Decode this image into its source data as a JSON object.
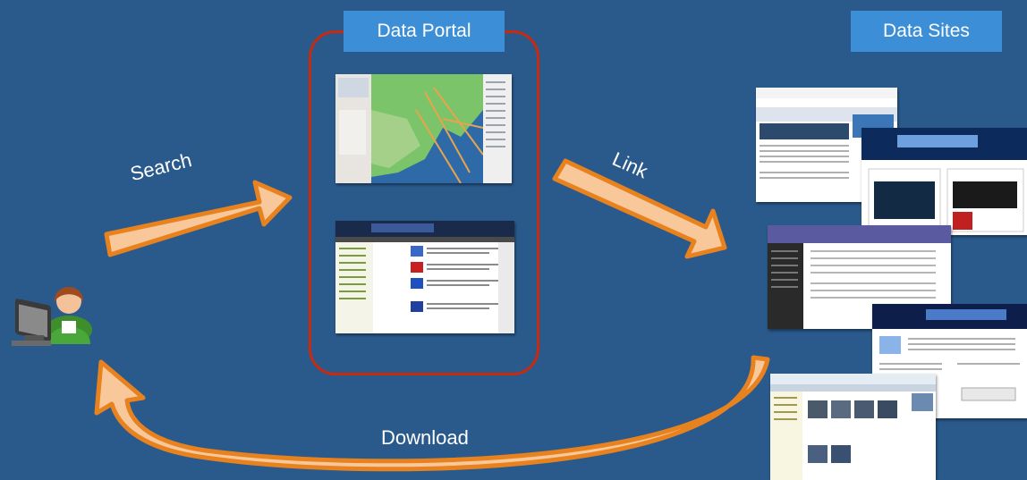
{
  "portal_label": "Data Portal",
  "sites_label": "Data Sites",
  "arrows": {
    "search": "Search",
    "link": "Link",
    "download": "Download"
  },
  "colors": {
    "background": "#2a5a8c",
    "tag": "#3c8fd6",
    "portal_border": "#c82a10",
    "arrow_fill": "#f8c79a",
    "arrow_stroke": "#e8821e"
  },
  "icons": [
    "user-at-computer-icon"
  ]
}
